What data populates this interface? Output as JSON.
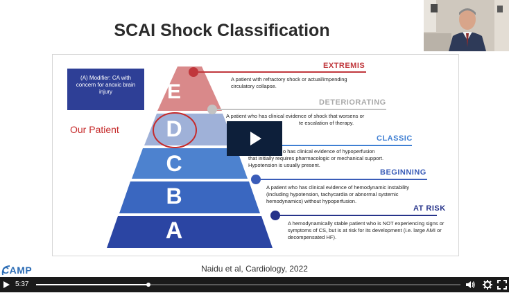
{
  "slide": {
    "title": "SCAI Shock Classification",
    "modifier_text": "(A) Modifier: CA with concern for anoxic brain injury",
    "our_patient": "Our Patient",
    "citation": "Naidu et al, Cardiology, 2022"
  },
  "pyramid": [
    {
      "letter": "E",
      "color": "#d9898a"
    },
    {
      "letter": "D",
      "color": "#9fb1d8"
    },
    {
      "letter": "C",
      "color": "#4d82cf"
    },
    {
      "letter": "B",
      "color": "#3a67c0"
    },
    {
      "letter": "A",
      "color": "#2b45a3"
    }
  ],
  "levels": [
    {
      "heading": "EXTREMIS",
      "color": "#c0373c",
      "desc": "A patient with refractory shock or actual/impending circulatory collapse."
    },
    {
      "heading": "DETERIORATING",
      "color": "#a9a9a9",
      "desc_line1": "A patient who has clinical evidence of shock that worsens or",
      "desc_line2": "te escalation of therapy."
    },
    {
      "heading": "CLASSIC",
      "color": "#3f7fd3",
      "desc_line1": "o has clinical evidence of hypoperfusion",
      "desc_line2": "that initially requires pharmacologic or mechanical support.",
      "desc_line3": "Hypotension is usually present."
    },
    {
      "heading": "BEGINNING",
      "color": "#3a5cb8",
      "desc": "A patient who has clinical evidence of hemodynamic instability (including hypotension, tachycardia or abnormal systemic hemodynamics) without hypoperfusion."
    },
    {
      "heading": "AT RISK",
      "color": "#26338a",
      "desc": "A hemodynamically stable patient who is NOT experiencing signs or symptoms of CS, but is at risk for its development (i.e. large AMI or decompensated HF)."
    }
  ],
  "logo": {
    "text": "CAMP",
    "color": "#2d6db5"
  },
  "player": {
    "time": "5:37",
    "progress": 0.265,
    "icons": [
      "play-icon",
      "volume-icon",
      "gear-icon",
      "fullscreen-icon"
    ]
  }
}
